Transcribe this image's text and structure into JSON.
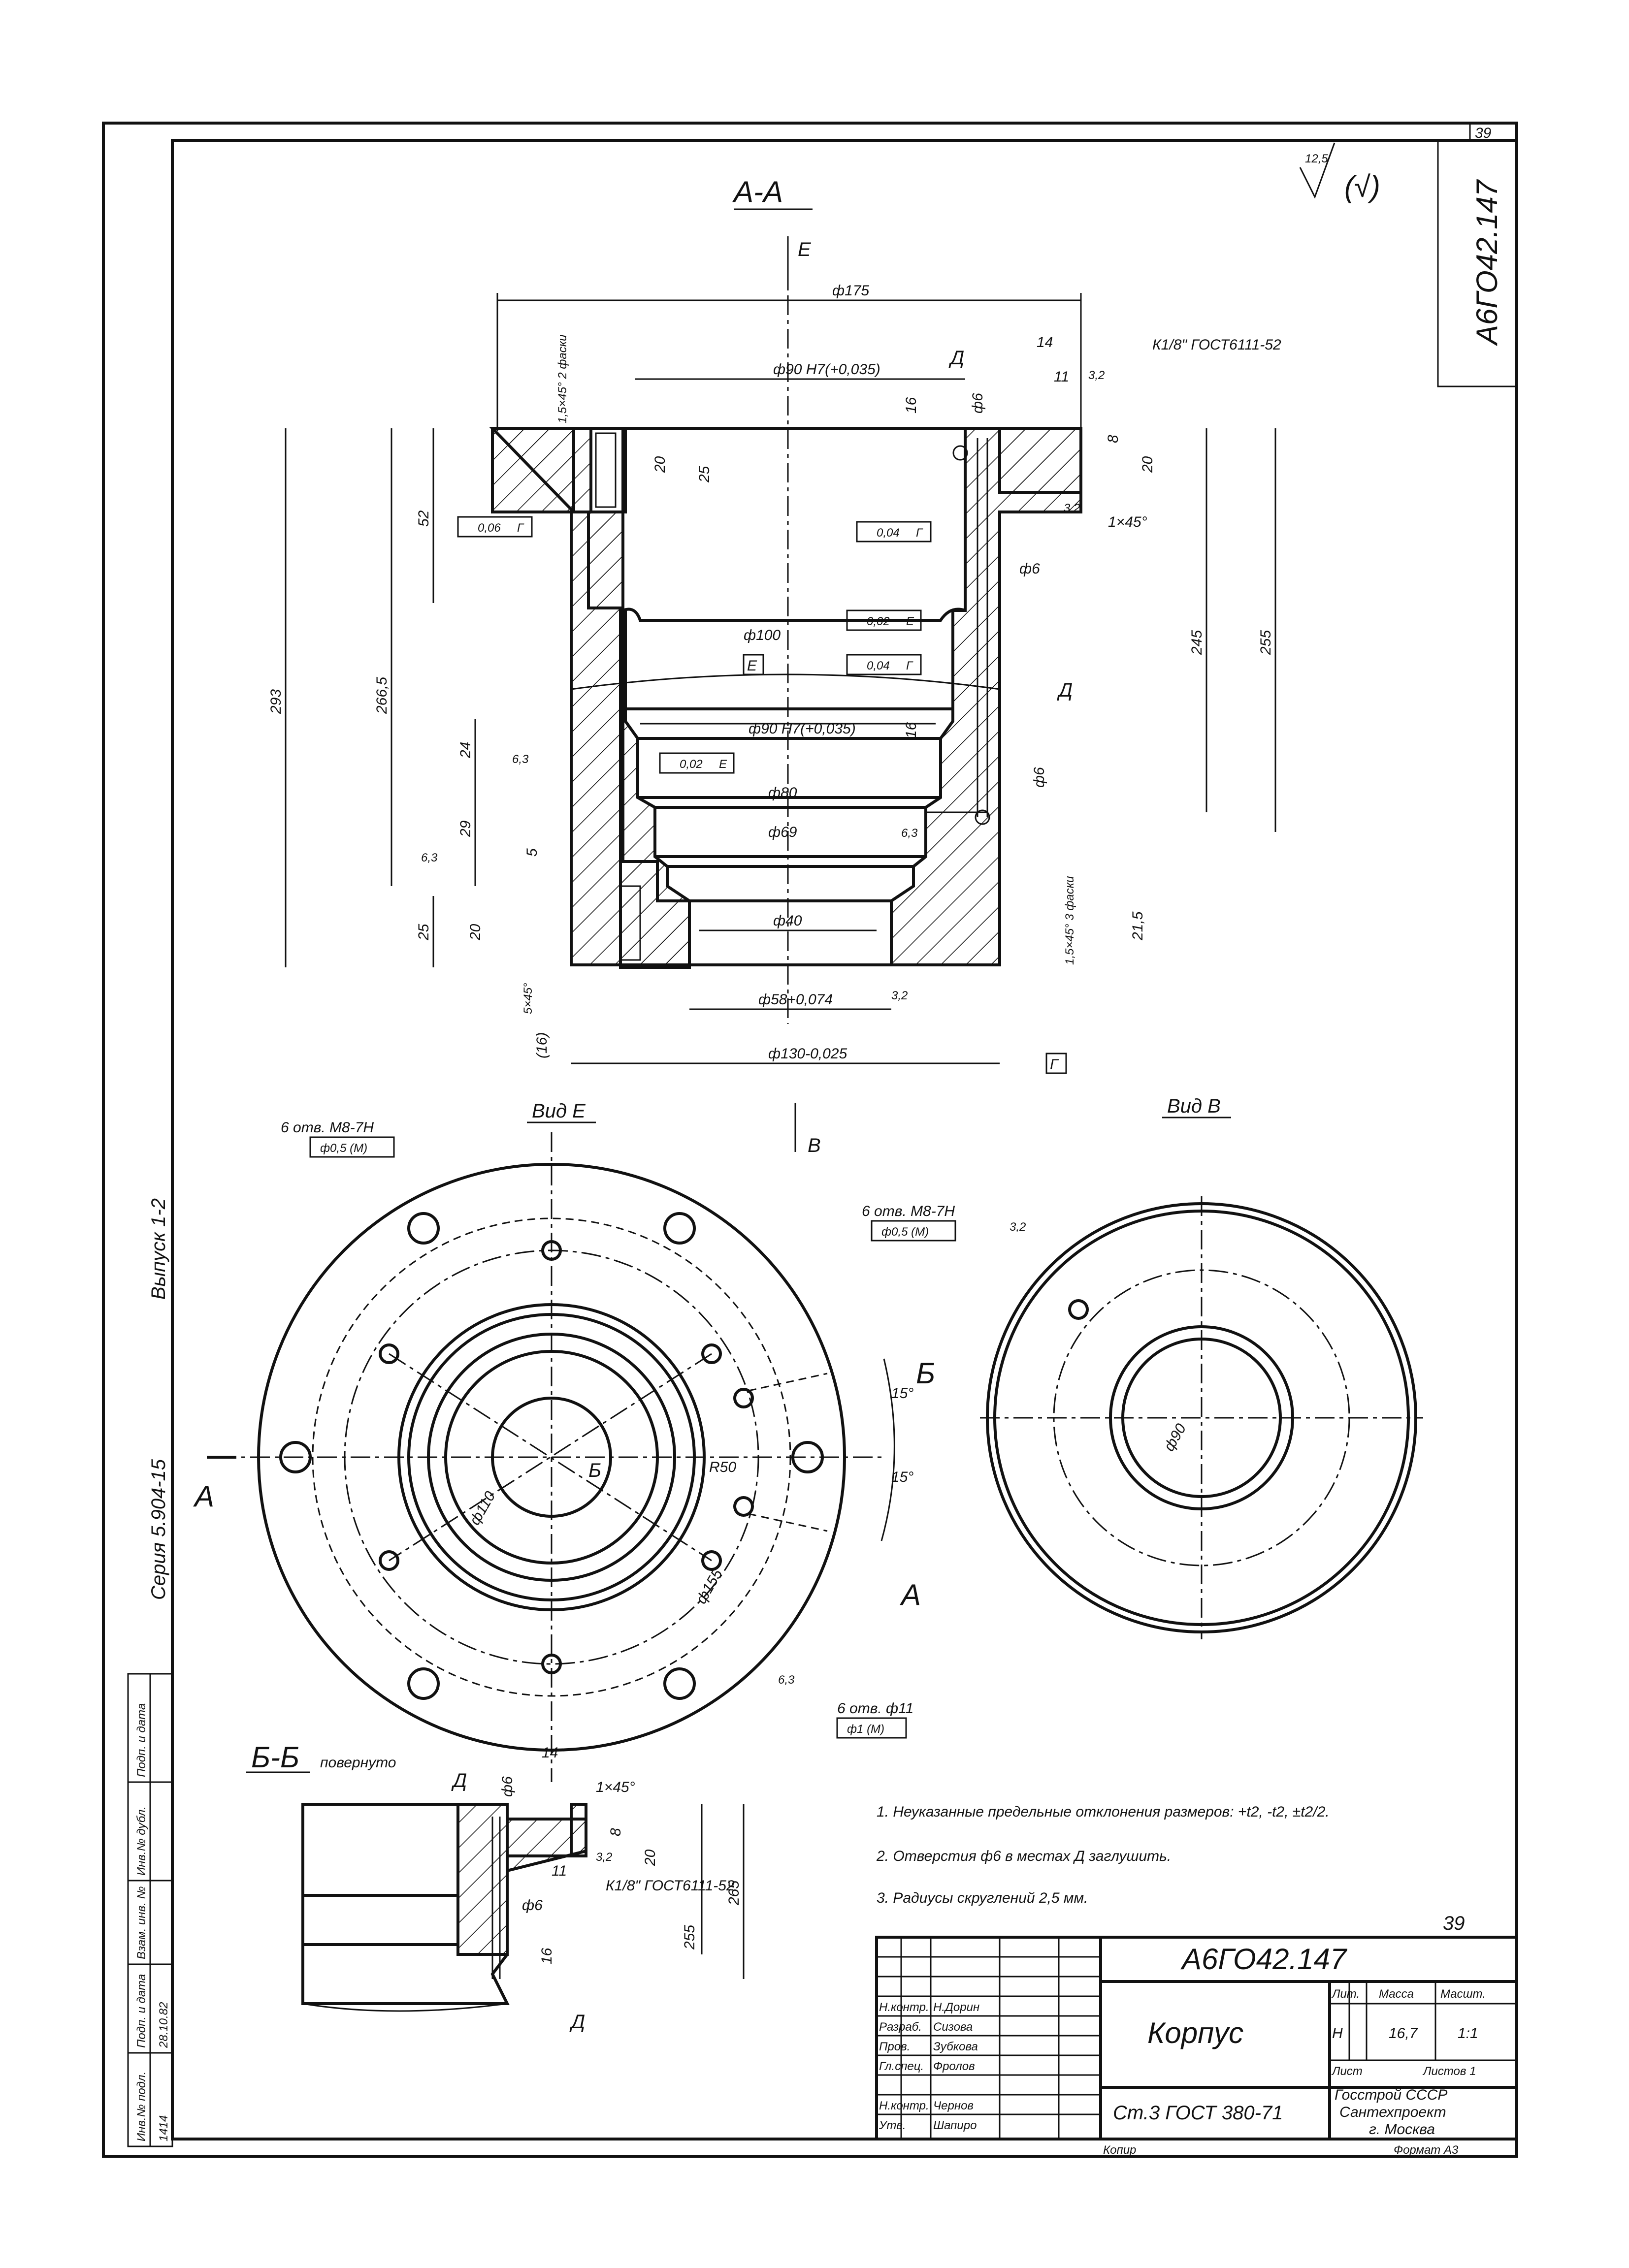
{
  "sheet_number_top": "39",
  "drawing_code": "А6ГО42.147",
  "roughness": {
    "value": "12,5",
    "mark": "(√)"
  },
  "section_aa": {
    "title": "А-А",
    "view_mark_e": "Е",
    "dims": {
      "d175": "ф175",
      "d90h7_top": "ф90 Н7(+0,035)",
      "d100": "ф100",
      "d90h7_mid": "ф90 Н7(+0,035)",
      "d80": "ф80",
      "d69": "ф69",
      "d40": "ф40",
      "d58": "ф58+0,074",
      "d130": "ф130-0,025",
      "d6_a": "ф6",
      "d6_b": "ф6",
      "d6_c": "ф6",
      "d_mark": "Д",
      "d_mark2": "Д",
      "h293": "293",
      "h2665": "266,5",
      "h52": "52",
      "h20": "20",
      "h25": "25",
      "h24": "24",
      "h29": "29",
      "h5": "5",
      "h25b": "25",
      "h20b": "20",
      "h245": "245",
      "h255": "255",
      "h215": "21,5",
      "w14": "14",
      "w11": "11",
      "w8": "8",
      "w20": "20",
      "r16a": "16",
      "r16b": "16",
      "r16c": "(16)",
      "r32a": "3,2",
      "r32b": "3,2",
      "r32c": "3,2",
      "r63a": "6,3",
      "r63b": "6,3",
      "r63c": "6,3",
      "thread": "К1/8\" ГОСТ6111-52",
      "chamfer_top": "1,5×45° 2 фаски",
      "chamfer_1": "1×45°",
      "chamfer_5": "5×45°",
      "chamfer_bot": "1,5×45° 3 фаски",
      "tol1_val": "0,06",
      "tol1_ref": "Г",
      "tol2_val": "0,04",
      "tol2_ref": "Г",
      "tol3_val": "0,02",
      "tol3_ref": "Е",
      "tol4_val": "0,04",
      "tol4_ref": "Г",
      "tol5_val": "0,02",
      "tol5_ref": "Е",
      "datum_e": "Е",
      "datum_g": "Г"
    }
  },
  "view_e": {
    "title": "Вид Е",
    "holes_label": "6 отв. М8-7Н",
    "holes_tol": "ф0,5 (М)",
    "holes2_label": "6 отв. ф11",
    "holes2_tol": "ф1 (М)",
    "d110": "ф110",
    "d155": "ф155",
    "r50": "R50",
    "angle1": "15°",
    "angle2": "15°",
    "roughness": "6,3",
    "cut_a1": "А",
    "cut_a2": "А",
    "cut_b1": "Б",
    "cut_b2": "Б",
    "view_b": "В"
  },
  "view_b": {
    "title": "Вид В",
    "holes_label": "6 отв. М8-7Н",
    "holes_tol": "ф0,5 (М)",
    "d90": "ф90",
    "roughness": "3,2"
  },
  "section_bb": {
    "title": "Б-Б",
    "subtitle": "повернуто",
    "d_mark": "Д",
    "d_mark2": "Д",
    "d6": "ф6",
    "d6b": "ф6",
    "w14": "14",
    "w11": "11",
    "w8": "8",
    "w20": "20",
    "h255": "255",
    "h265": "265",
    "chamfer": "1×45°",
    "r16": "16",
    "r32": "3,2",
    "thread": "К1/8\" ГОСТ6111-52"
  },
  "notes": [
    "1. Неуказанные предельные отклонения размеров: +t2, -t2, ±t2/2.",
    "2. Отверстия ф6 в местах Д заглушить.",
    "3. Радиусы скруглений 2,5 мм."
  ],
  "page_number": "39",
  "left_margin": {
    "series": "Серия 5.904-15",
    "issue": "Выпуск 1-2",
    "stamp_cols": [
      "Инв.№ подл.",
      "Подп. и дата",
      "Взам. инв. №",
      "Инв.№ дубл.",
      "Подп. и дата"
    ],
    "stamp_vals": [
      "1414",
      "28.10.82"
    ]
  },
  "title_block": {
    "code": "А6ГО42.147",
    "name": "Корпус",
    "material": "Ст.3 ГОСТ 380-71",
    "lit_label": "Лит.",
    "mass_label": "Масса",
    "scale_label": "Масшт.",
    "lit_value": "Н",
    "mass_value": "16,7",
    "scale_value": "1:1",
    "sheet_label": "Лист",
    "sheets_label": "Листов 1",
    "org1": "Госстрой СССР",
    "org2": "Сантехпроект",
    "org3": "г. Москва",
    "copied": "Копир",
    "format": "Формат А3",
    "roles": [
      "Н.контр.",
      "Разраб.",
      "Пров.",
      "Гл.спец.",
      "Н.контр.",
      "Утв."
    ],
    "names": [
      "Н.Дорин",
      "Сизова",
      "Зубкова",
      "Фролов",
      "Чернов",
      "Шапиро"
    ]
  }
}
